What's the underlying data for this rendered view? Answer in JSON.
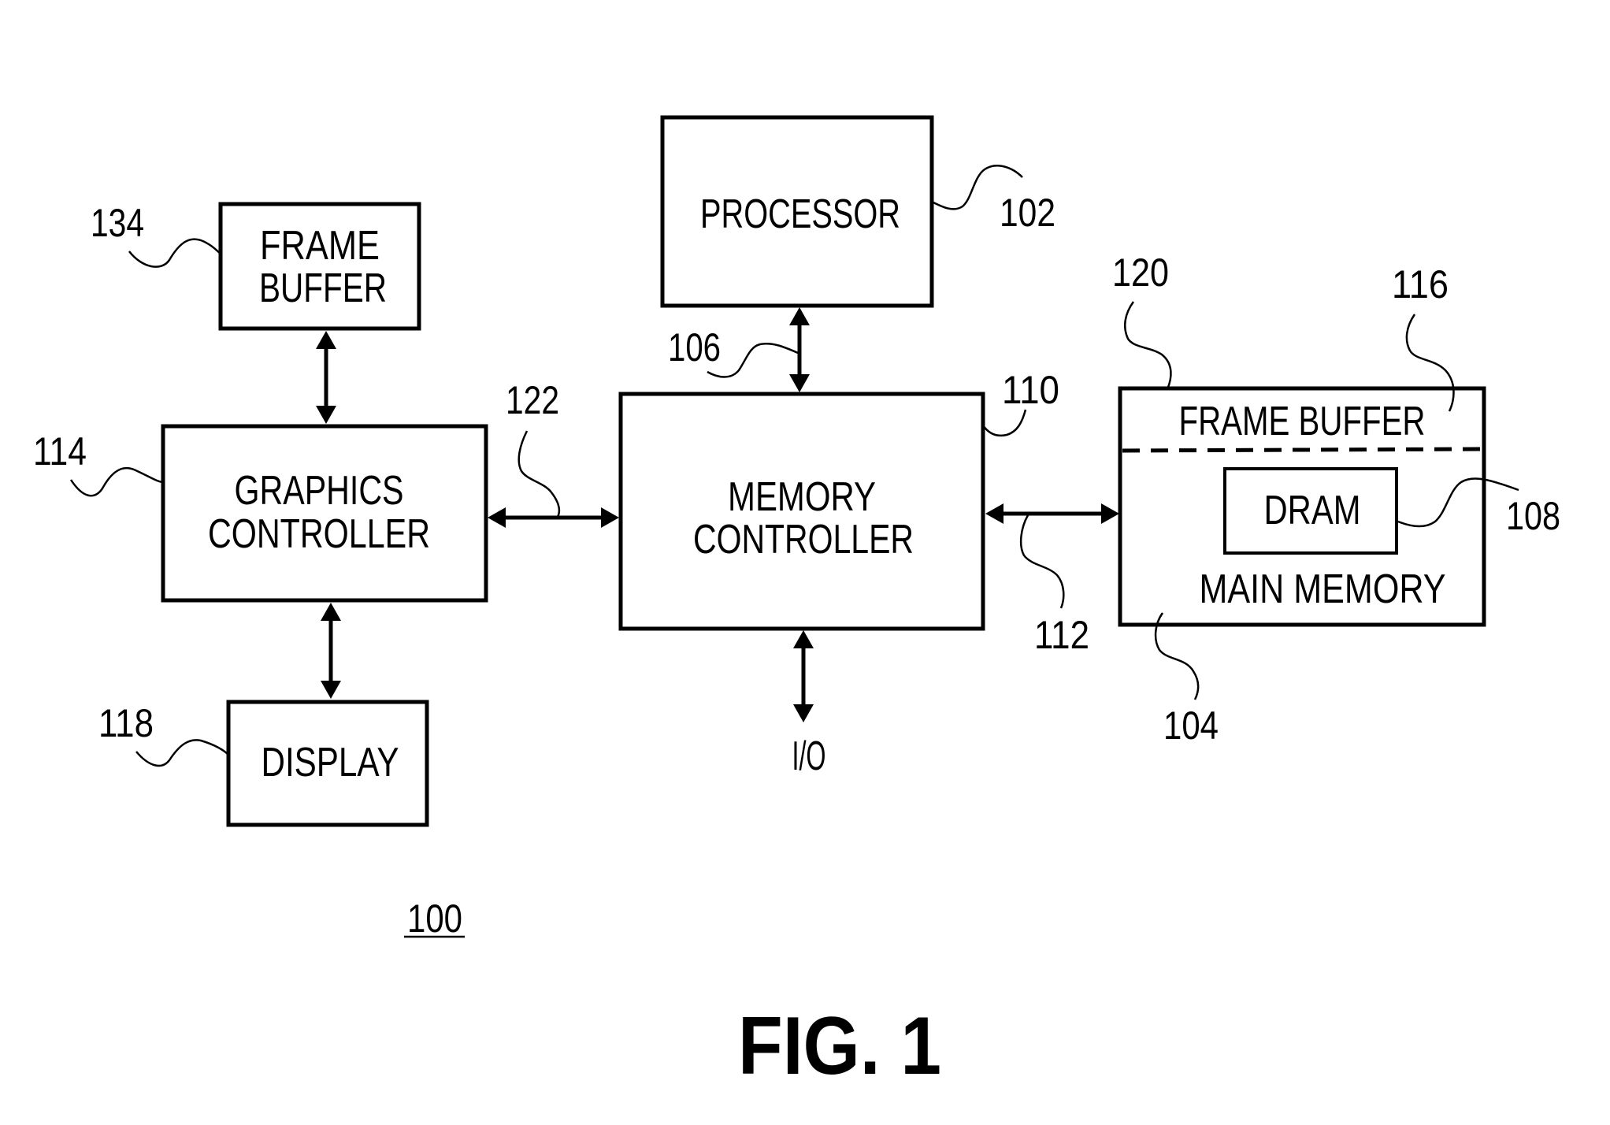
{
  "figure": {
    "caption": "FIG. 1",
    "system_ref": "100"
  },
  "blocks": {
    "frame_buffer_ext": {
      "lines": [
        "FRAME",
        "BUFFER"
      ],
      "ref": "134"
    },
    "graphics_controller": {
      "lines": [
        "GRAPHICS",
        "CONTROLLER"
      ],
      "ref": "114"
    },
    "display": {
      "lines": [
        "DISPLAY"
      ],
      "ref": "118"
    },
    "processor": {
      "lines": [
        "PROCESSOR"
      ],
      "ref": "102"
    },
    "memory_controller": {
      "lines": [
        "MEMORY",
        "CONTROLLER"
      ],
      "ref": "110"
    },
    "main_memory": {
      "label": "MAIN MEMORY",
      "ref": "104"
    },
    "frame_buffer_region": {
      "label": "FRAME BUFFER",
      "ref": "116",
      "boundary_ref": "120"
    },
    "dram": {
      "label": "DRAM",
      "ref": "108"
    }
  },
  "buses": {
    "processor_bus": {
      "ref": "106"
    },
    "graphics_bus": {
      "ref": "122"
    },
    "memory_bus": {
      "ref": "112"
    },
    "io": {
      "label": "I/O"
    }
  }
}
